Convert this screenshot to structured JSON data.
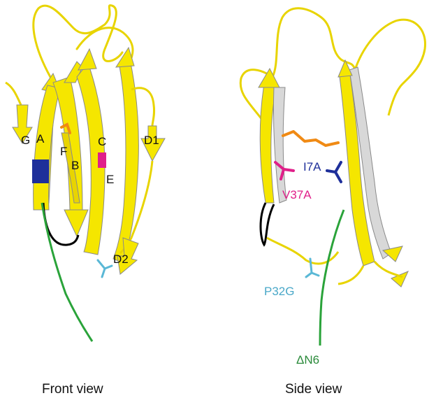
{
  "colors": {
    "sheet": "#f5e600",
    "sheet_edge": "#8a8a8a",
    "coil": "#e8d400",
    "tail": "#2aa33a",
    "loop_black": "#000000",
    "disulfide": "#f08a14",
    "i7a": "#1e2f9a",
    "v37a": "#e0208a",
    "p32g": "#5ab8d6",
    "dn6": "#2a8a3a"
  },
  "front_view": {
    "caption": "Front view",
    "strands": {
      "a": "A",
      "b": "B",
      "c": "C",
      "d1": "D1",
      "d2": "D2",
      "e": "E",
      "f": "F",
      "g": "G"
    }
  },
  "side_view": {
    "caption": "Side view",
    "mutations": {
      "i7a": "I7A",
      "v37a": "V37A",
      "p32g": "P32G",
      "dn6": "ΔN6"
    }
  }
}
